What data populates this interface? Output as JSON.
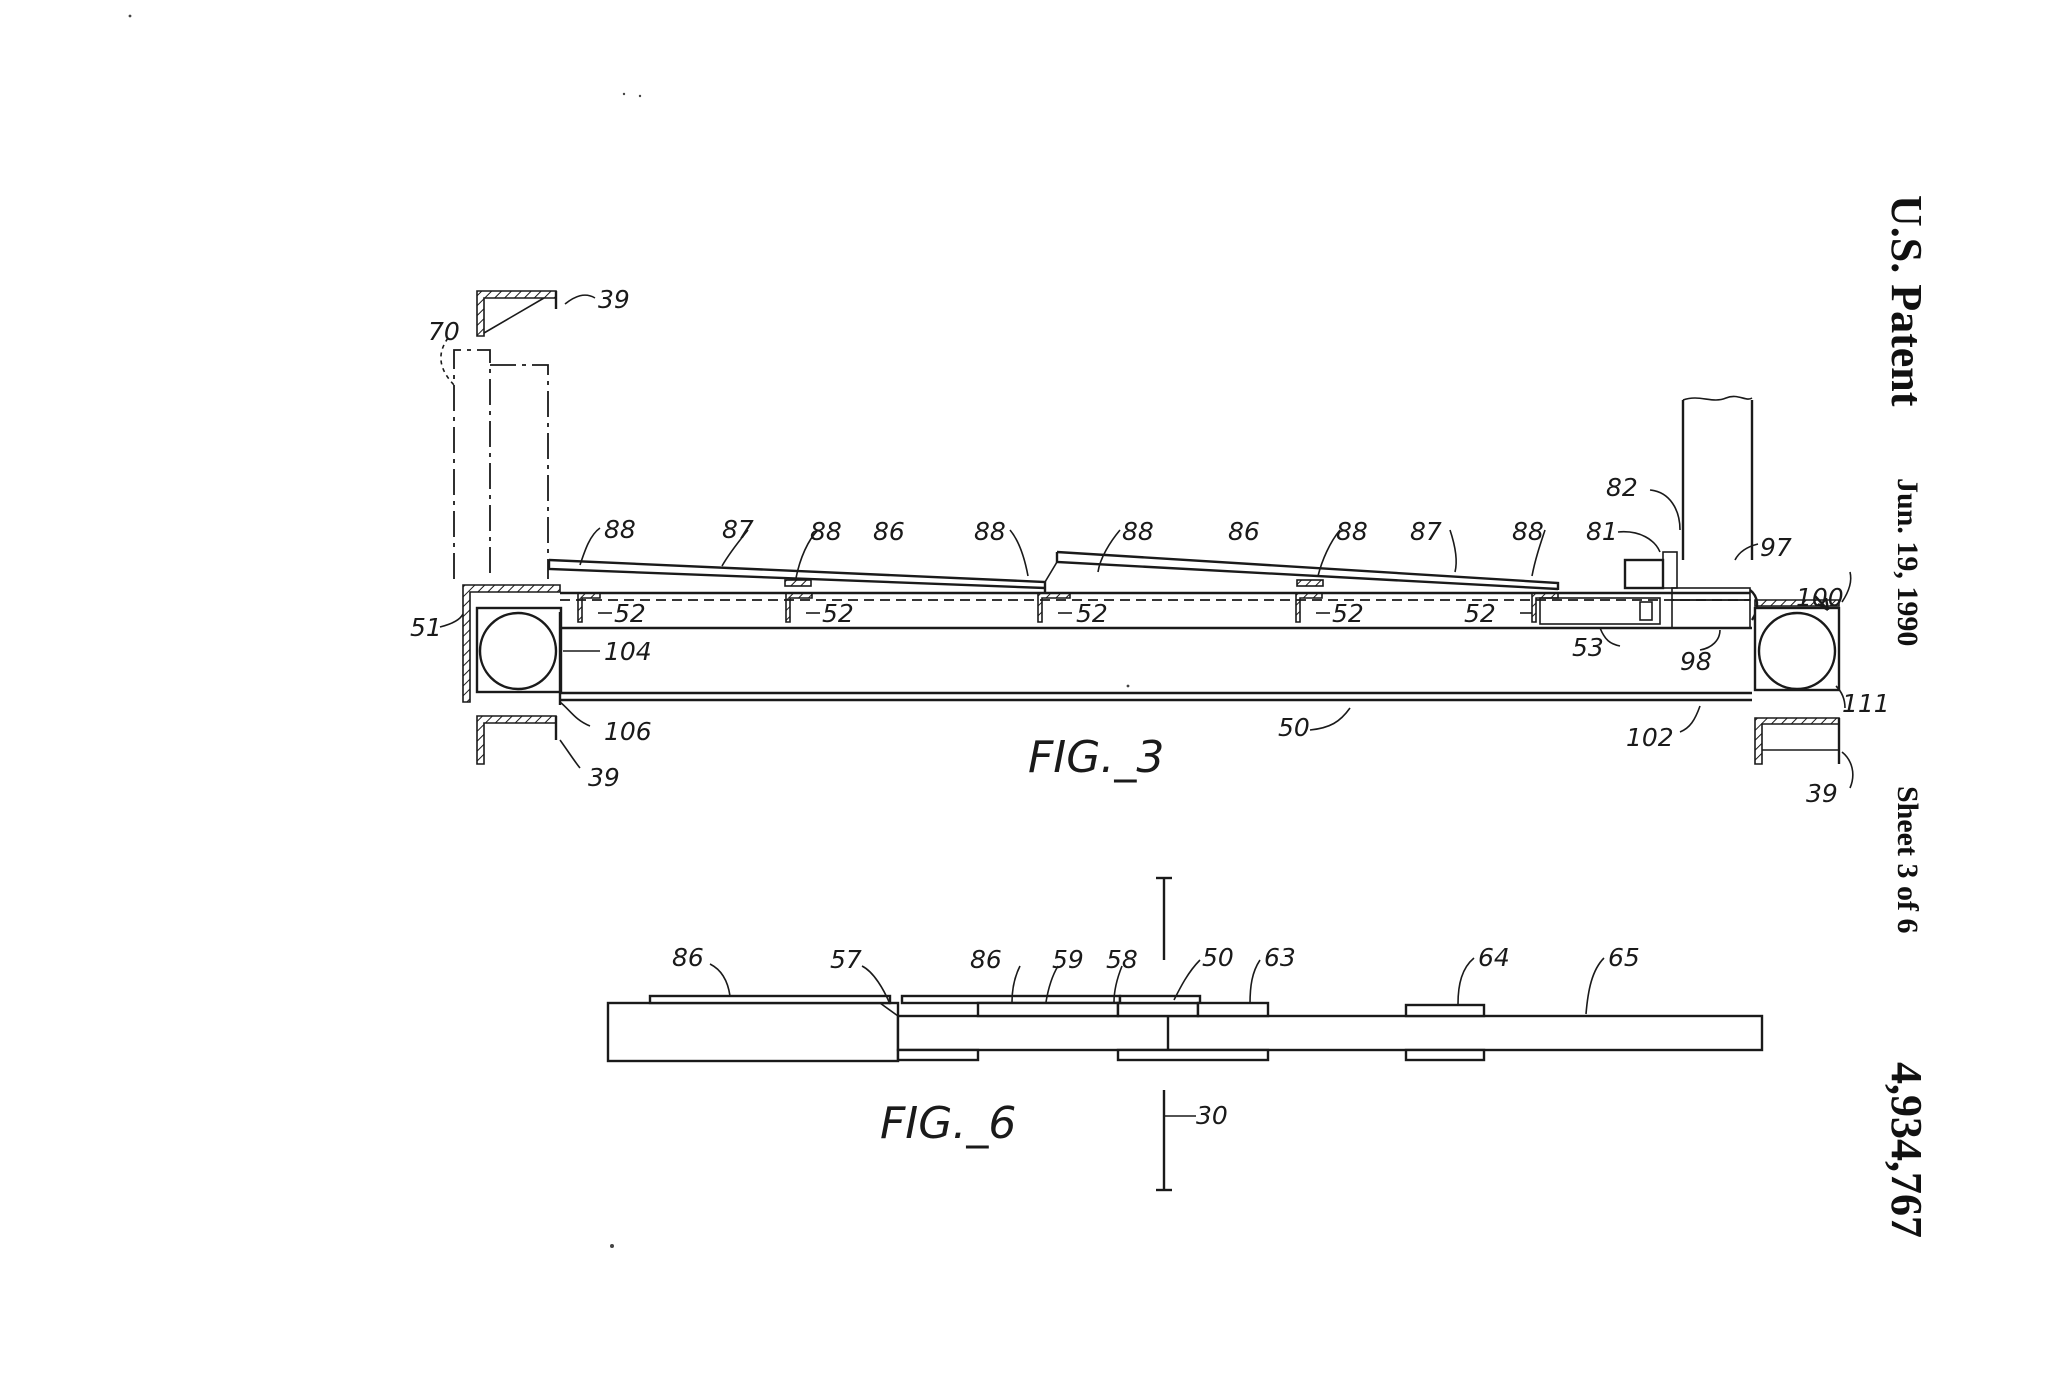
{
  "header": {
    "title": "U.S. Patent",
    "date": "Jun. 19, 1990",
    "sheet": "Sheet 3 of 6",
    "patent_number": "4,934,767"
  },
  "figures": {
    "fig3": {
      "caption": "FIG._3",
      "labels": {
        "r39a": "39",
        "r70": "70",
        "r51": "51",
        "r104": "104",
        "r106": "106",
        "r39b": "39",
        "r88a": "88",
        "r87a": "87",
        "r88b": "88",
        "r86a": "86",
        "r88c": "88",
        "r88d": "88",
        "r86b": "86",
        "r88e": "88",
        "r87b": "87",
        "r88f": "88",
        "r52a": "52",
        "r52b": "52",
        "r52c": "52",
        "r52d": "52",
        "r52e": "52",
        "r50": "50",
        "r102": "102",
        "r53": "53",
        "r98": "98",
        "r81": "81",
        "r82": "82",
        "r97": "97",
        "r100": "100",
        "r111": "111",
        "r39c": "39"
      }
    },
    "fig6": {
      "caption": "FIG._6",
      "labels": {
        "r86a": "86",
        "r57": "57",
        "r86b": "86",
        "r59": "59",
        "r58": "58",
        "r50": "50",
        "r63": "63",
        "r64": "64",
        "r65": "65",
        "r30": "30"
      }
    }
  }
}
